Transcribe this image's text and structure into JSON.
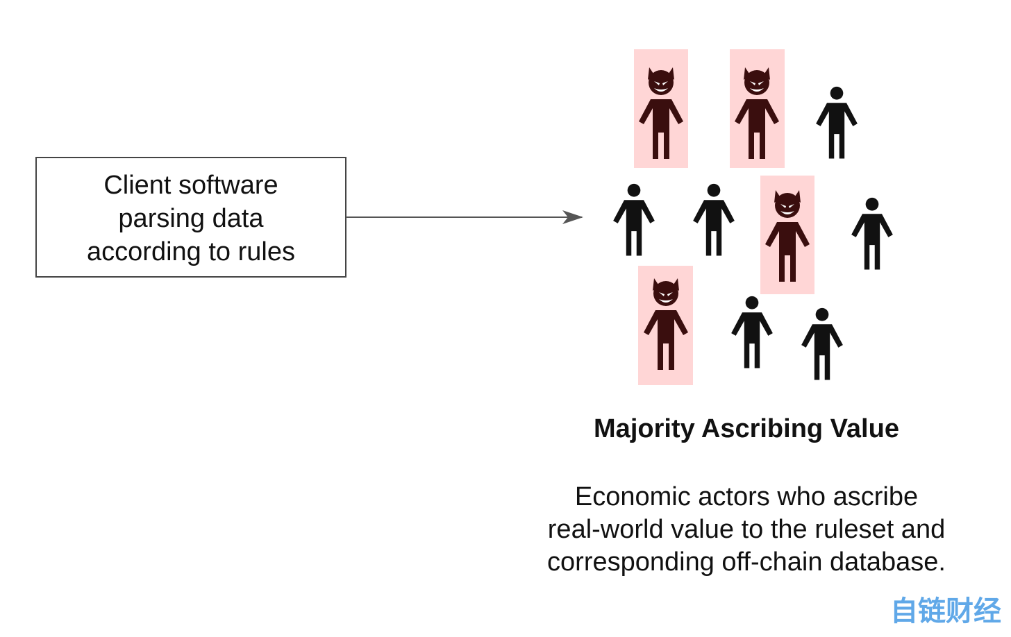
{
  "client_box": {
    "lines": [
      "Client software",
      "parsing data",
      "according to rules"
    ]
  },
  "group": {
    "title": "Majority Ascribing Value",
    "description": [
      "Economic actors who ascribe",
      "real-world value to the ruleset and",
      "corresponding off-chain database."
    ]
  },
  "actors": [
    {
      "type": "malicious"
    },
    {
      "type": "malicious"
    },
    {
      "type": "honest"
    },
    {
      "type": "honest"
    },
    {
      "type": "honest"
    },
    {
      "type": "malicious"
    },
    {
      "type": "honest"
    },
    {
      "type": "malicious"
    },
    {
      "type": "honest"
    },
    {
      "type": "honest"
    }
  ],
  "icons": {
    "honest_actor": "person-icon",
    "malicious_actor": "devil-person-icon"
  },
  "colors": {
    "malicious_highlight": "#ffd6d6",
    "malicious_body": "#3a0e0e",
    "honest_body": "#111111",
    "arrow": "#555555"
  },
  "watermark": {
    "text": "自链财经"
  }
}
